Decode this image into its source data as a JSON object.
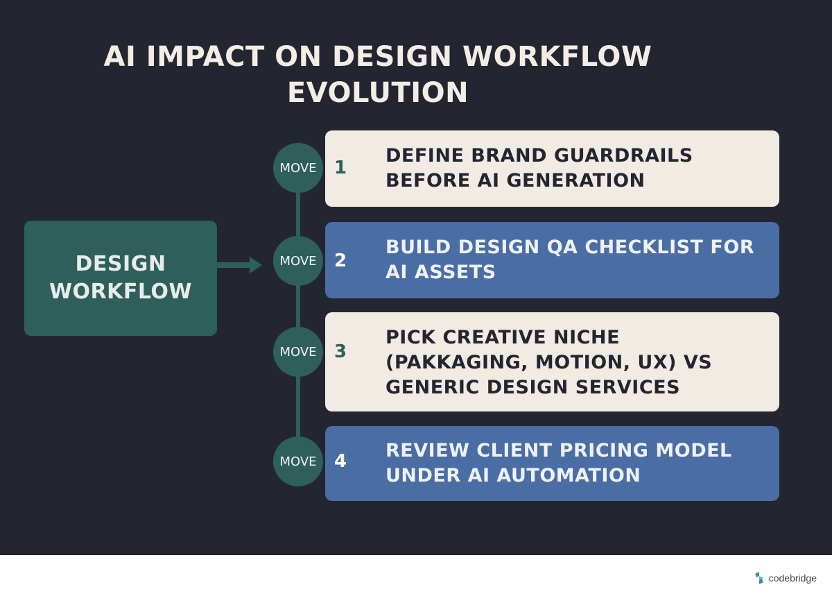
{
  "title": {
    "line1": "AI IMPACT ON DESIGN WORKFLOW",
    "line2": "EVOLUTION"
  },
  "source_box": {
    "line1": "DESIGN",
    "line2": "WORKFLOW"
  },
  "moves": [
    {
      "node_label": "MOVE",
      "number": "1",
      "text": "DEFINE BRAND GUARDRAILS BEFORE AI GENERATION"
    },
    {
      "node_label": "MOVE",
      "number": "2",
      "text": "BUILD DESIGN QA CHECKLIST FOR AI ASSETS"
    },
    {
      "node_label": "MOVE",
      "number": "3",
      "text": "PICK CREATIVE NICHE (PAKKAGING, MOTION, UX) VS GENERIC DESIGN SERVICES"
    },
    {
      "node_label": "MOVE",
      "number": "4",
      "text": "REVIEW CLIENT PRICING MODEL UNDER AI AUTOMATION"
    }
  ],
  "footer": {
    "logo_text": "codebridge",
    "logo_icon": "codebridge-logo-icon"
  },
  "colors": {
    "background": "#232630",
    "teal": "#2e5f5b",
    "cream": "#f2ebe4",
    "blue": "#4a6da4"
  }
}
